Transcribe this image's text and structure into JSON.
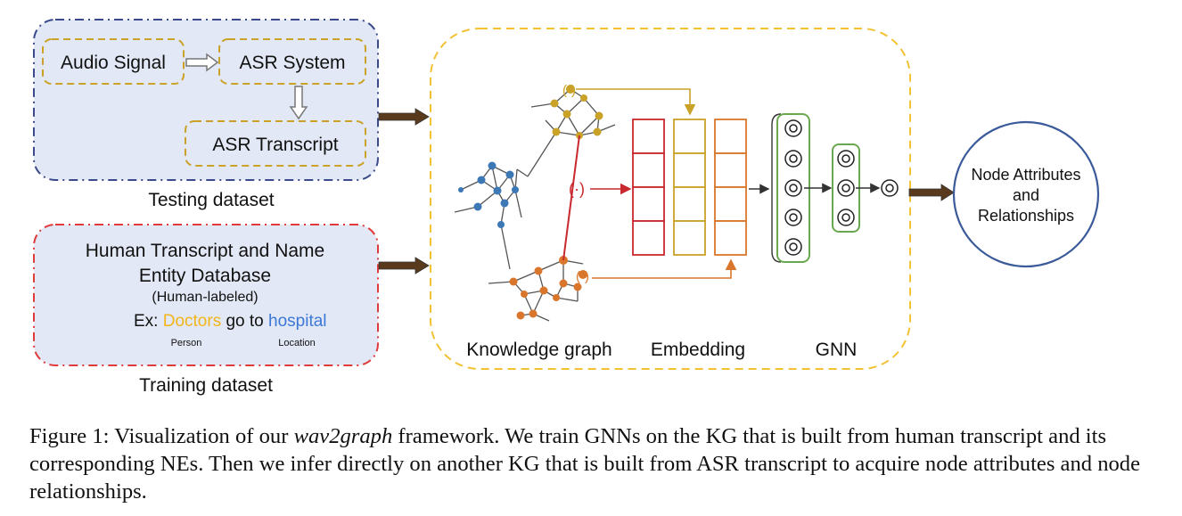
{
  "testing": {
    "audio_signal": "Audio Signal",
    "asr_system": "ASR System",
    "asr_transcript": "ASR Transcript",
    "caption": "Testing dataset"
  },
  "training": {
    "line1": "Human Transcript and Name",
    "line2": "Entity Database",
    "line3": "(Human-labeled)",
    "ex_prefix": "Ex: ",
    "ex_word1": "Doctors",
    "ex_middle": " go to ",
    "ex_word2": "hospital",
    "tag1": "Person",
    "tag2": "Location",
    "caption": "Training dataset"
  },
  "pipeline": {
    "kg_label": "Knowledge graph",
    "embedding_label": "Embedding",
    "gnn_label": "GNN"
  },
  "output": {
    "line1": "Node Attributes",
    "line2": "and",
    "line3": "Relationships"
  },
  "caption": {
    "prefix": "Figure 1: Visualization of our ",
    "emph": "wav2graph",
    "rest": " framework. We train GNNs on the KG that is built from human transcript and its corresponding NEs. Then we infer directly on another KG that is built from ASR transcript to acquire node attributes and node relationships."
  },
  "colors": {
    "gold": "#c9a227",
    "red": "#c8282e",
    "orange": "#d9762b",
    "navy": "#3b4a8a",
    "green": "#6aa84f",
    "blue_node": "#3b78b5",
    "panel_fill": "#e2e8f5",
    "doctors": "#f2b51b",
    "hospital": "#3c78d8"
  }
}
